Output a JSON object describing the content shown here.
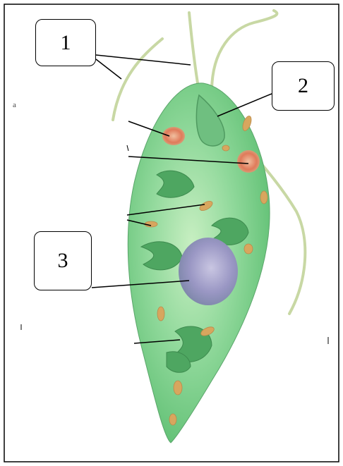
{
  "diagram": {
    "labels": [
      {
        "id": "1",
        "text": "1"
      },
      {
        "id": "2",
        "text": "2"
      },
      {
        "id": "3",
        "text": "3"
      }
    ],
    "stray_mark": "a",
    "colors": {
      "body": "#7fcf8a",
      "body_dark": "#4fae62",
      "flagellum": "#c9d9a6",
      "eyespot": "#d9755a",
      "nucleus": "#8f8fb8",
      "chloroplast": "#3f9a52",
      "paramylon": "#d9a15c"
    }
  }
}
